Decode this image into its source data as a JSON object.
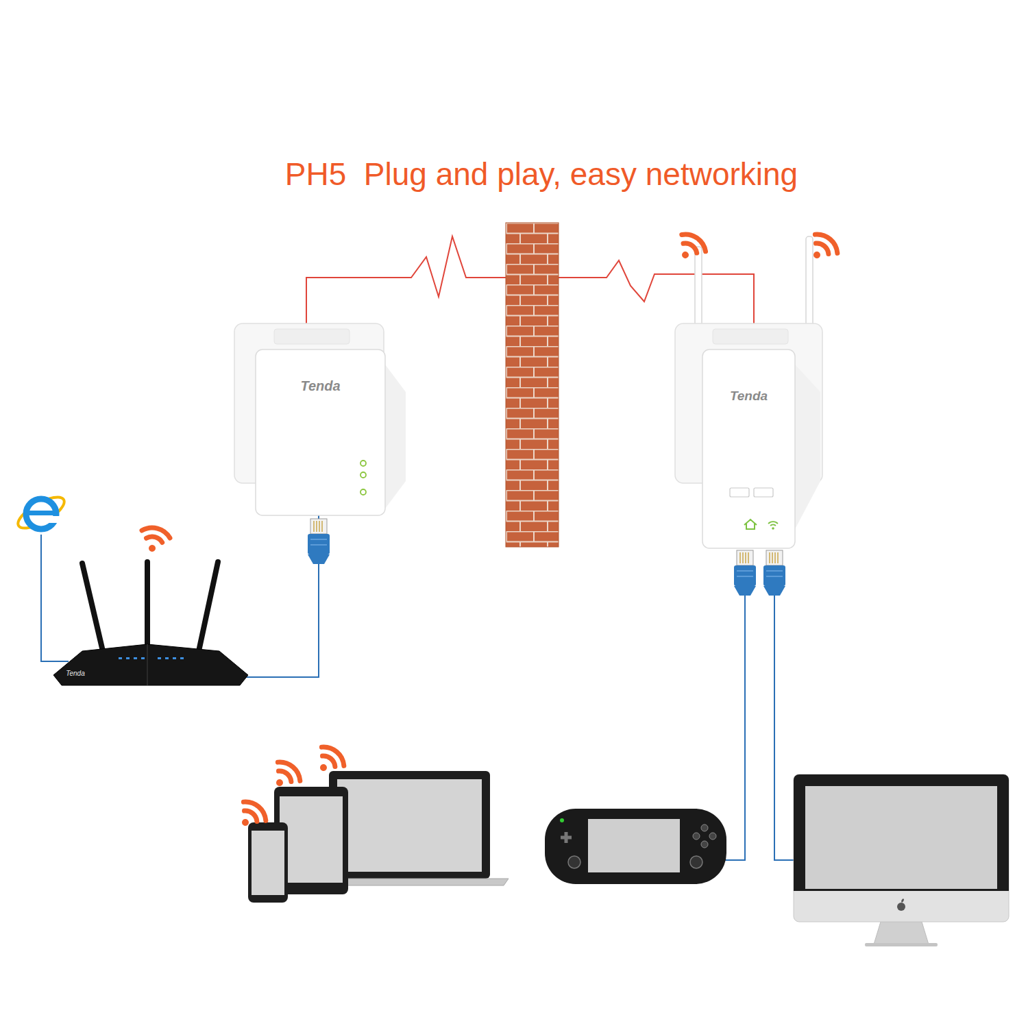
{
  "diagram": {
    "title": "PH5  Plug and play, easy networking",
    "nodes": [
      {
        "text": [
          "Tenda"
        ]
      },
      {
        "text": [
          "Tenda"
        ]
      },
      {
        "text": [
          "Tenda"
        ]
      }
    ],
    "edges": [
      {
        "from": 2,
        "to": 0,
        "arrow": "none"
      },
      {
        "from": 0,
        "to": 1,
        "arrow": "none"
      }
    ]
  }
}
